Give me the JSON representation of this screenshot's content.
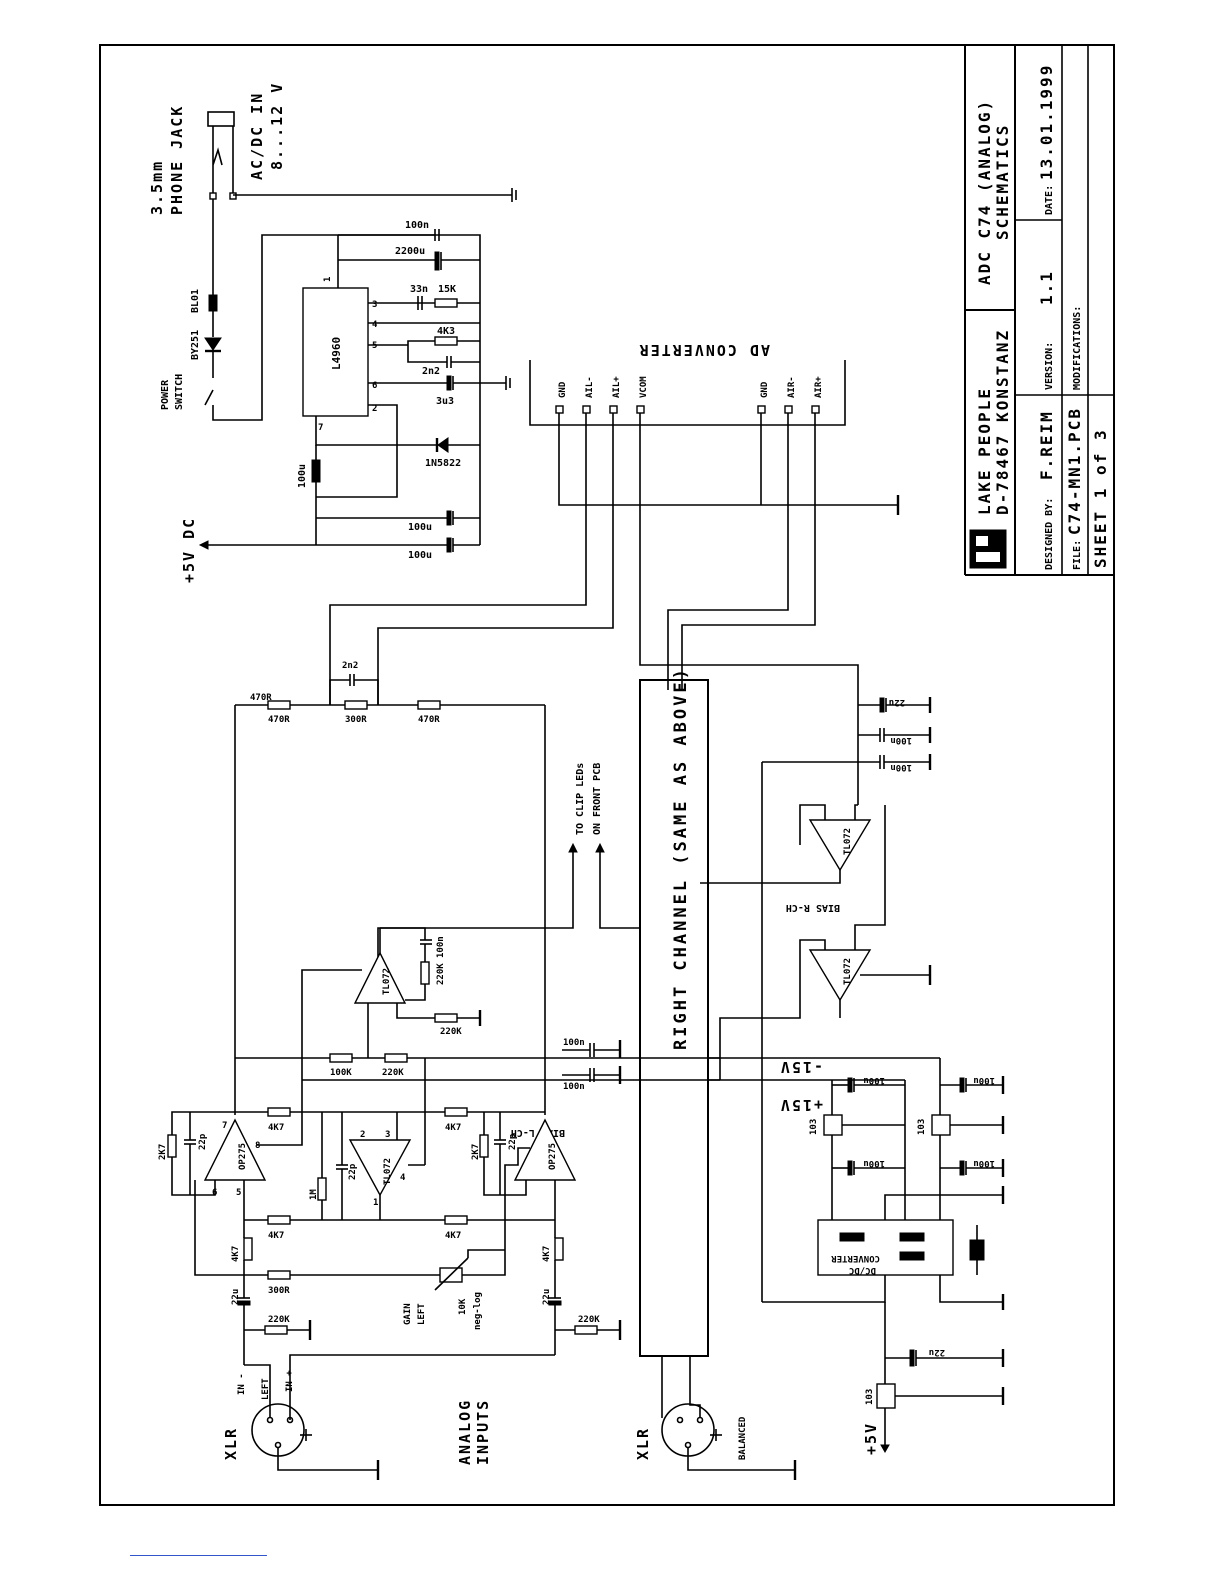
{
  "power": {
    "jack": [
      "3.5mm",
      "PHONE JACK"
    ],
    "acdc": [
      "AC/DC IN",
      "8...12 V"
    ],
    "bl01": "BL01",
    "diode": "BY251",
    "switch": [
      "POWER",
      "SWITCH"
    ],
    "regulator": "L4960",
    "c_100n": "100n",
    "c_2200u": "2200u",
    "c_33n": "33n",
    "r_15k": "15K",
    "r_4k3": "4K3",
    "c_2n2": "2n2",
    "c_3u3": "3u3",
    "schottky": "1N5822",
    "inductor": "100u",
    "c_out1": "100u",
    "c_out2": "100u",
    "out": "+5V DC",
    "pins": [
      "1",
      "2",
      "3",
      "4",
      "5",
      "6",
      "7"
    ]
  },
  "ad": {
    "title": "AD CONVERTER",
    "pins": [
      "GND",
      "AIL-",
      "AIL+",
      "VCOM",
      "GND",
      "AIR-",
      "AIR+"
    ]
  },
  "left": {
    "r470a": "470R",
    "r300": "300R",
    "r470b": "470R",
    "c2n2": "2n2",
    "clip": [
      "TO CLIP LEDs",
      "ON FRONT PCB"
    ],
    "bias_l": "BIAS L-CH",
    "op_a": "OP275",
    "op_b": "TL072",
    "op_c": "OP275",
    "op_d": "TL072",
    "r2k7a": "2K7",
    "c22pa": "22p",
    "r4k7a": "4K7",
    "r1m": "1M",
    "c22pb": "22p",
    "r4k7b": "4K7",
    "r2k7b": "2K7",
    "c22pc": "22p",
    "r4k7c": "4K7",
    "r4k7d": "4K7",
    "r4k7e": "4K7",
    "r4k7f": "4K7",
    "r300b": "300R",
    "c22ua": "22u",
    "c22ub": "22u",
    "r220ka": "220K",
    "r220kb": "220K",
    "r100k": "100K",
    "r220kc": "220K",
    "r220kd": "220K",
    "r220ke": "220K",
    "c100n": "100n",
    "c100na": "100n",
    "c100nb": "100n",
    "gain": [
      "GAIN",
      "LEFT"
    ],
    "pot": [
      "10K",
      "neg-log"
    ],
    "xlr_left": "XLR",
    "in_minus": "IN -",
    "left_lbl": "LEFT",
    "in_plus": "IN +",
    "analog": [
      "ANALOG",
      "INPUTS"
    ],
    "pins": [
      "1",
      "2",
      "3",
      "4",
      "5",
      "6",
      "7",
      "8"
    ]
  },
  "right": {
    "block": "RIGHT CHANNEL (SAME AS ABOVE)",
    "xlr": "XLR",
    "balanced": "BALANCED",
    "bias_r": "BIAS R-CH",
    "op_e": "TL072",
    "op_f": "TL072",
    "c22u": "22u",
    "c100na": "100n",
    "c100nb": "100n"
  },
  "supply": {
    "minus15": "-15V",
    "plus15": "+15V",
    "c100u": [
      "100u",
      "100u",
      "100u",
      "100u"
    ],
    "c10e": [
      "103",
      "103",
      "103"
    ],
    "dcdc": [
      "DC/DC",
      "CONVERTER"
    ],
    "c22u": "22u",
    "plus5": "+5V"
  },
  "title_block": {
    "company": "LAKE PEOPLE",
    "address": "D-78467 KONSTANZ",
    "title": "ADC C74 (ANALOG)",
    "subtitle": "SCHEMATICS",
    "designed_by_label": "DESIGNED BY:",
    "designed_by": "F.REIM",
    "version_label": "VERSION:",
    "version": "1.1",
    "date_label": "DATE:",
    "date": "13.01.1999",
    "file_label": "FILE:",
    "file": "C74-MN1.PCB",
    "modifications_label": "MODIFICATIONS:",
    "sheet": "SHEET 1 of 3"
  }
}
